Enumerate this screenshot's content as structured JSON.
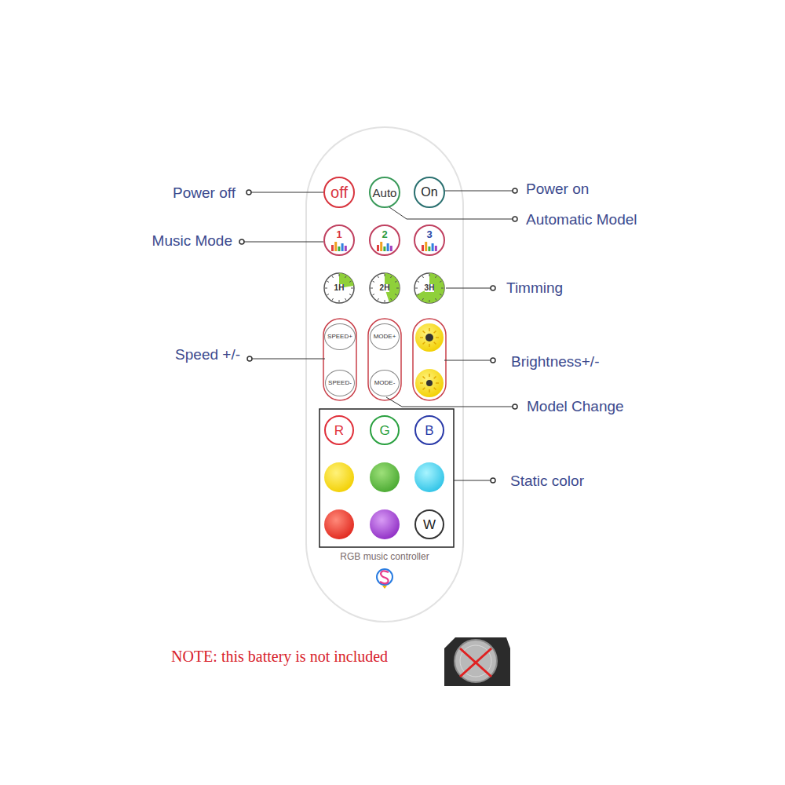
{
  "diagram": {
    "nodes": [
      {
        "text": [
          "off"
        ]
      },
      {
        "text": [
          "Auto"
        ]
      },
      {
        "text": [
          "On"
        ]
      },
      {
        "text": [
          "1"
        ]
      },
      {
        "text": [
          "2"
        ]
      },
      {
        "text": [
          "3"
        ]
      },
      {
        "text": [
          "1H"
        ]
      },
      {
        "text": [
          "2H"
        ]
      },
      {
        "text": [
          "3H"
        ]
      },
      {
        "text": [
          "SPEED+"
        ]
      },
      {
        "text": [
          "MODE+"
        ]
      },
      {
        "text": [
          "SPEED-"
        ]
      },
      {
        "text": [
          "MODE-"
        ]
      },
      {
        "text": [
          "R"
        ]
      },
      {
        "text": [
          "G"
        ]
      },
      {
        "text": [
          "B"
        ]
      },
      {
        "text": [
          "W"
        ]
      }
    ],
    "labels": [
      "Power off",
      "Power on",
      "Automatic Model",
      "Music Mode",
      "Timming",
      "Speed +/-",
      "Brightness+/-",
      "Model Change",
      "Static color",
      "RGB music controller",
      "NOTE: this battery is not included"
    ]
  }
}
